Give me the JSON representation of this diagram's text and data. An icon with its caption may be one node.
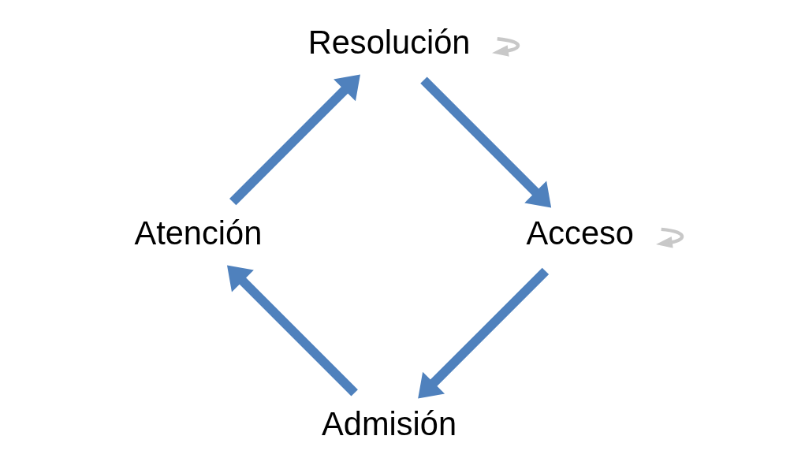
{
  "diagram": {
    "nodes": [
      {
        "text": [
          "Admisión"
        ]
      },
      {
        "text": [
          "Atención"
        ]
      },
      {
        "text": [
          "Resolución"
        ]
      },
      {
        "text": [
          "Acceso"
        ]
      }
    ],
    "edges": [
      {
        "from": 0,
        "to": 1,
        "arrow": "to"
      },
      {
        "from": 1,
        "to": 2,
        "arrow": "to"
      },
      {
        "from": 2,
        "to": 3,
        "arrow": "to"
      },
      {
        "from": 3,
        "to": 0,
        "arrow": "to"
      },
      {
        "from": 3,
        "to": 3,
        "arrow": "to",
        "color": "#c8c8c8"
      },
      {
        "from": 2,
        "to": 2,
        "arrow": "to",
        "color": "#c8c8c8"
      }
    ]
  }
}
